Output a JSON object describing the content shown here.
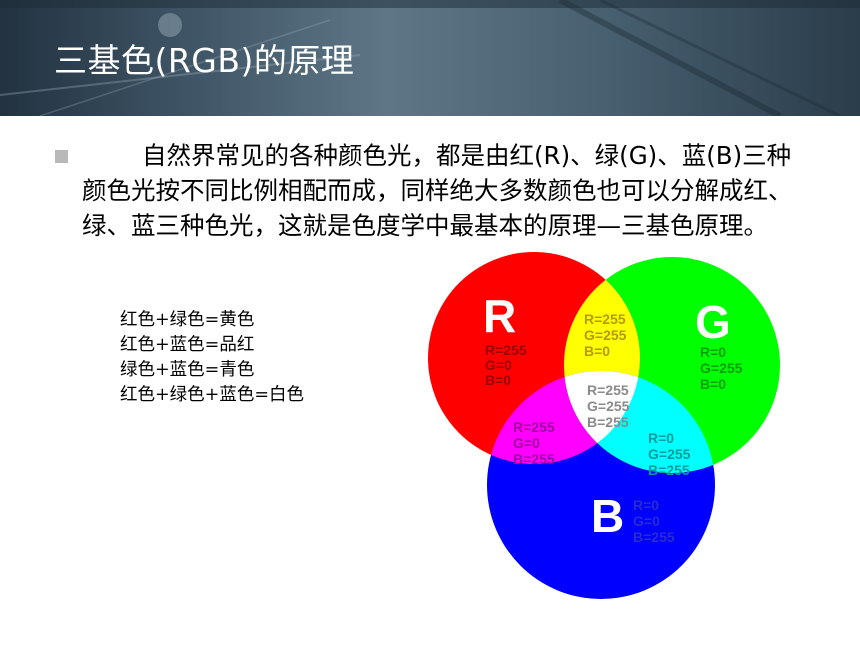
{
  "slide": {
    "title": "三基色(RGB)的原理",
    "paragraph": "自然界常见的各种颜色光，都是由红(R)、绿(G)、蓝(B)三种颜色光按不同比例相配而成，同样绝大多数颜色也可以分解成红、绿、蓝三种色光，这就是色度学中最基本的原理—三基色原理。",
    "mixes": [
      "红色+绿色=黄色",
      "红色+蓝色=品红",
      "绿色+蓝色=青色",
      "红色+绿色+蓝色=白色"
    ]
  },
  "diagram": {
    "colors": {
      "red": "#ff0000",
      "green": "#00ff00",
      "blue": "#0000ff",
      "yellow": "#ffff00",
      "magenta": "#ff00ff",
      "cyan": "#00ffff",
      "white": "#ffffff"
    },
    "big_labels": {
      "red": "R",
      "green": "G",
      "blue": "B"
    },
    "red_values": [
      "R=255",
      "G=0",
      "B=0"
    ],
    "green_values": [
      "R=0",
      "G=255",
      "B=0"
    ],
    "blue_values": [
      "R=0",
      "G=0",
      "B=255"
    ],
    "yellow_values": [
      "R=255",
      "G=255",
      "B=0"
    ],
    "magenta_values": [
      "R=255",
      "G=0",
      "B=255"
    ],
    "cyan_values": [
      "R=0",
      "G=255",
      "B=255"
    ],
    "white_values": [
      "R=255",
      "G=255",
      "B=255"
    ]
  }
}
